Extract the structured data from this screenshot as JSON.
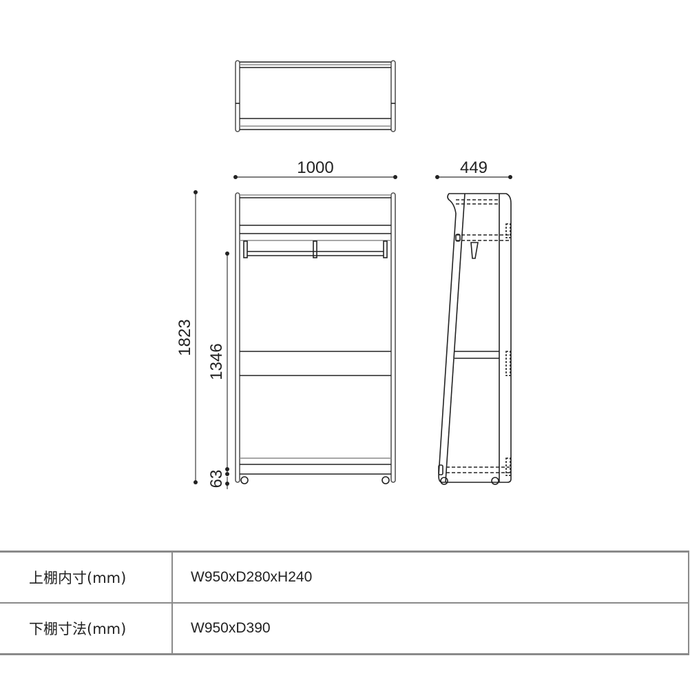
{
  "drawing": {
    "dimensions": {
      "width": "1000",
      "depth": "449",
      "total_height": "1823",
      "lower_height": "1346",
      "caster_height": "63"
    },
    "line_color": "#222222",
    "gray_line_color": "#8a8a8a"
  },
  "spec_table": {
    "rows": [
      {
        "label": "上棚内寸(mm)",
        "value": "W950xD280xH240"
      },
      {
        "label": "下棚寸法(mm)",
        "value": "W950xD390"
      }
    ],
    "border_color": "#8a8a8a"
  }
}
